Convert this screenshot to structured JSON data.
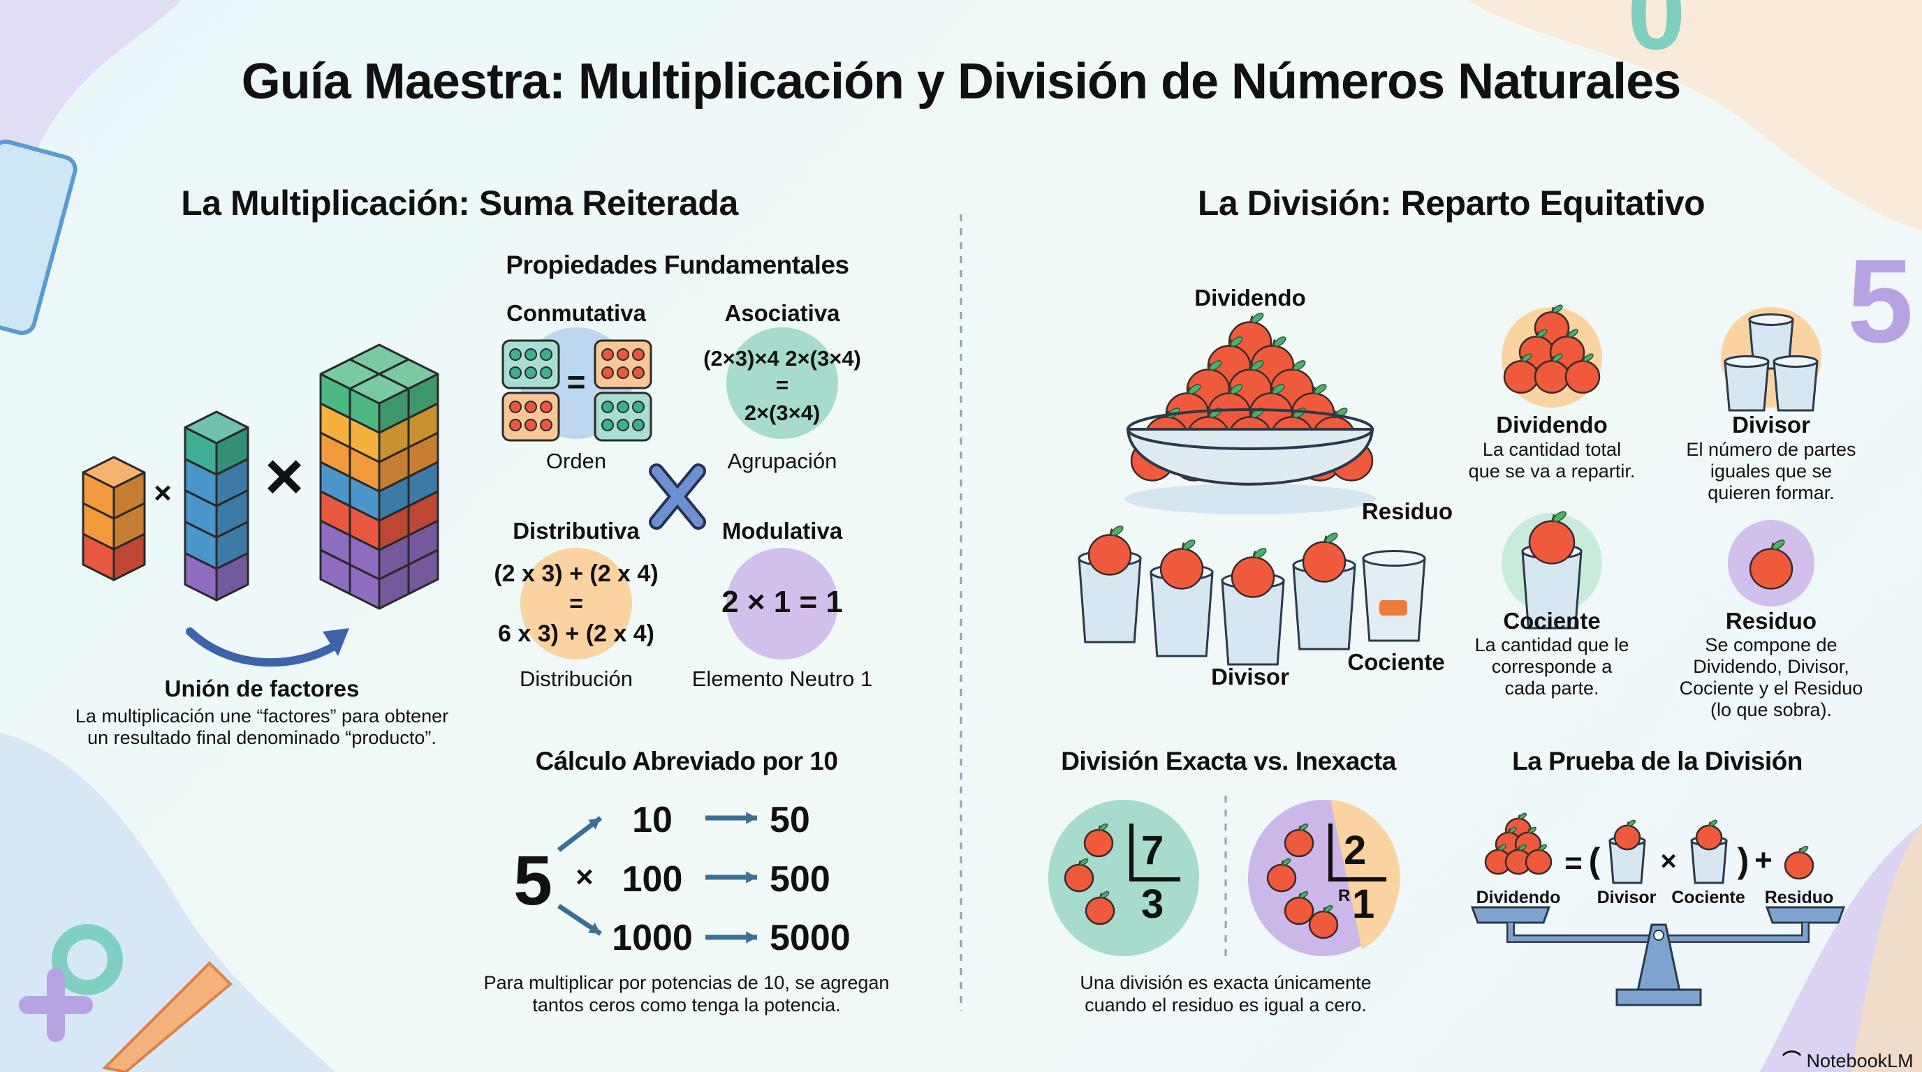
{
  "title": "Guía Maestra: Multiplicación y División de Números Naturales",
  "multiplication": {
    "heading": "La Multiplicación: Suma Reiterada",
    "times_small": "×",
    "times_big": "×",
    "union_title": "Unión de factores",
    "union_desc": [
      "La multiplicación une “factores” para obtener",
      "un resultado final denominado “producto”."
    ],
    "properties": {
      "title": "Propiedades Fundamentales",
      "conmutativa": {
        "name": "Conmutativa",
        "equals": "=",
        "label": "Orden"
      },
      "asociativa": {
        "name": "Asociativa",
        "lines": [
          "(2×3)×4  2×(3×4)",
          "=",
          "2×(3×4)"
        ],
        "label": "Agrupación"
      },
      "distributiva": {
        "name": "Distributiva",
        "lines": [
          "(2 x 3) + (2 x 4)",
          "=",
          "6 x 3) + (2 x 4)"
        ],
        "label": "Distribución"
      },
      "modulativa": {
        "name": "Modulativa",
        "expr": "2 × 1 = 1",
        "label": "Elemento Neutro 1"
      }
    },
    "shortcut": {
      "title": "Cálculo Abreviado por 10",
      "base": "5",
      "times": "×",
      "rows": [
        {
          "factor": "10",
          "result": "50"
        },
        {
          "factor": "100",
          "result": "500"
        },
        {
          "factor": "1000",
          "result": "5000"
        }
      ],
      "caption": [
        "Para multiplicar por potencias de 10, se agregan",
        "tantos ceros como tenga la potencia."
      ]
    }
  },
  "division": {
    "heading": "La División: Reparto Equitativo",
    "scene_labels": {
      "dividendo": "Dividendo",
      "residuo": "Residuo",
      "divisor": "Divisor",
      "cociente": "Cociente"
    },
    "cards": [
      {
        "title": "Dividendo",
        "desc": [
          "La cantidad total",
          "que se va a repartir."
        ]
      },
      {
        "title": "Divisor",
        "desc": [
          "El número de partes",
          "iguales que se",
          "quieren formar."
        ]
      },
      {
        "title": "Cociente",
        "desc": [
          "La cantidad que le",
          "corresponde a",
          "cada parte."
        ]
      },
      {
        "title": "Residuo",
        "desc": [
          "Se compone de",
          "Dividendo, Divisor,",
          "Cociente y el Residuo",
          "(lo que sobra)."
        ]
      }
    ],
    "exact": {
      "title": "División Exacta vs. Inexacta",
      "exact_divisor": "7",
      "exact_quotient": "3",
      "inexact_divisor": "2",
      "remainder_mark": "R",
      "inexact_remainder": "1",
      "caption": [
        "Una división es exacta únicamente",
        "cuando el residuo es igual a cero."
      ]
    },
    "proof": {
      "title": "La Prueba de la División",
      "eq": "=",
      "open": "(",
      "times": "×",
      "close": ")",
      "plus": "+",
      "labels": [
        "Dividendo",
        "Divisor",
        "Cociente",
        "Residuo"
      ]
    }
  },
  "brand": "NotebookLM",
  "colors": {
    "apple": "#ef5a3c",
    "leaf": "#4caf6e",
    "cup": "#d6e7f1",
    "teal": "#a6dbcd",
    "orange": "#fbd3a0",
    "purple": "#d2c0ec",
    "blue": "#bcd7ef",
    "scale": "#7fa3d1"
  }
}
